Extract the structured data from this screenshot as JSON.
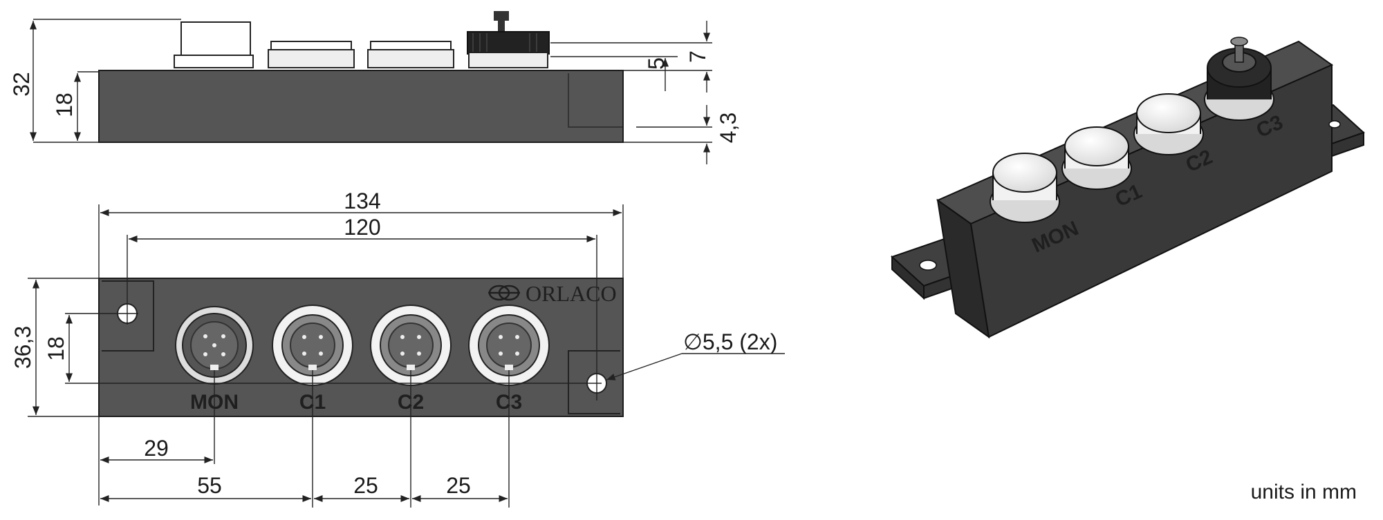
{
  "side_view": {
    "dim_overall_height": "32",
    "dim_body_height": "18",
    "dim_nut_offset": "5",
    "dim_nut_height": "7",
    "dim_flange_thickness": "4,3"
  },
  "front_view": {
    "dim_total_width": "134",
    "dim_hole_spacing": "120",
    "dim_height": "36,3",
    "dim_hole_vertical": "18",
    "dim_hole_diameter": "∅5,5 (2x)",
    "dim_first_connector": "29",
    "dim_second_connector": "55",
    "dim_pitch_1": "25",
    "dim_pitch_2": "25",
    "brand": "ORLACO",
    "connectors": [
      {
        "label": "MON"
      },
      {
        "label": "C1"
      },
      {
        "label": "C2"
      },
      {
        "label": "C3"
      }
    ]
  },
  "iso_view": {
    "labels": [
      "MON",
      "C1",
      "C2",
      "C3"
    ]
  },
  "note": "units in mm"
}
